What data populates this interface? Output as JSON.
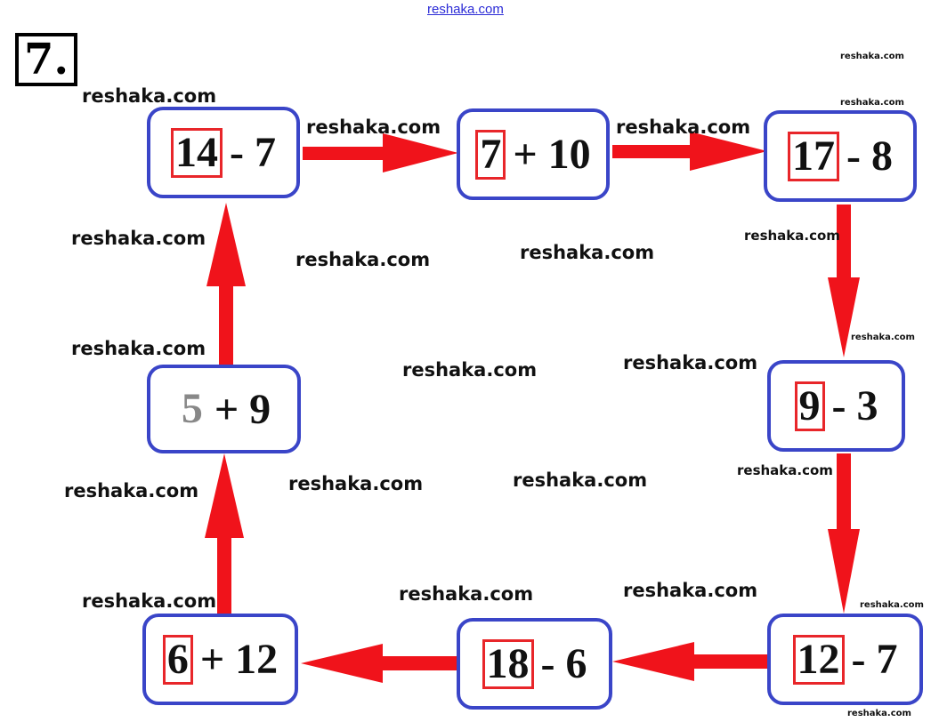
{
  "header": {
    "site_link": "reshaka.com",
    "task_number": "7."
  },
  "colors": {
    "box_border": "#3a45c8",
    "arrow": "#f0131b",
    "highlight": "#e8262a"
  },
  "boxes": [
    {
      "highlight": "14",
      "rest": "- 7"
    },
    {
      "highlight": "7",
      "rest": "+ 10"
    },
    {
      "highlight": "17",
      "rest": "- 8"
    },
    {
      "highlight": "9",
      "rest": "- 3"
    },
    {
      "highlight": "12",
      "rest": "- 7"
    },
    {
      "highlight": "18",
      "rest": "- 6"
    },
    {
      "highlight": "6",
      "rest": "+ 12"
    },
    {
      "highlight": "5",
      "rest": "+ 9"
    }
  ],
  "watermarks": [
    "reshaka.com",
    "reshaka.com",
    "reshaka.com",
    "reshaka.com",
    "reshaka.com",
    "reshaka.com",
    "reshaka.com",
    "reshaka.com",
    "reshaka.com",
    "reshaka.com",
    "reshaka.com",
    "reshaka.com",
    "reshaka.com",
    "reshaka.com",
    "reshaka.com",
    "reshaka.com",
    "reshaka.com",
    "reshaka.com",
    "reshaka.com",
    "reshaka.com",
    "reshaka.com",
    "reshaka.com"
  ]
}
